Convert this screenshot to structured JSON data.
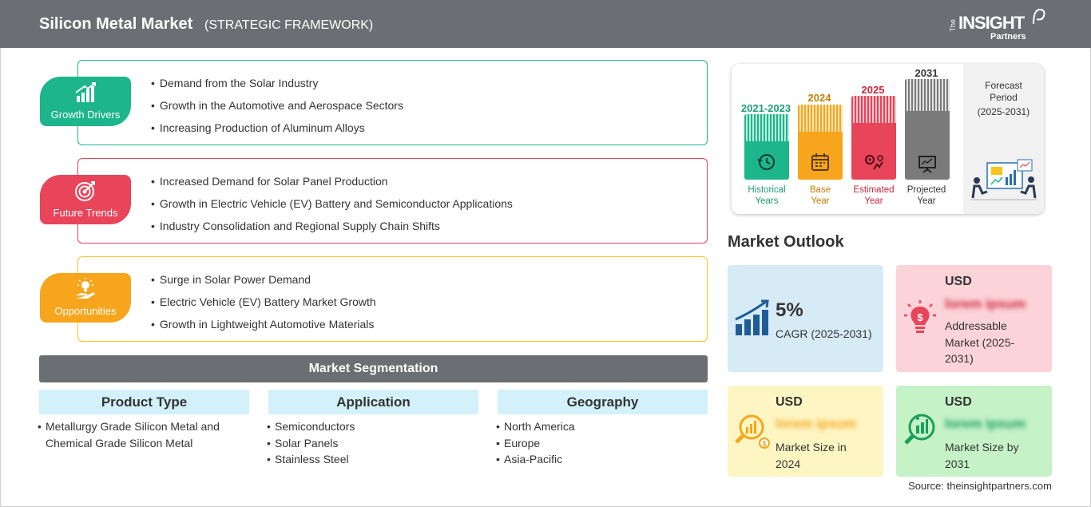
{
  "header": {
    "title": "Silicon Metal Market",
    "subtitle": "(STRATEGIC FRAMEWORK)",
    "logo_the": "The",
    "logo_word": "INSIGHT",
    "logo_partners": "Partners"
  },
  "framework": {
    "growth_drivers": {
      "label": "Growth Drivers",
      "icon": "bar-chart-growth-icon",
      "color": "#1db58b",
      "items": [
        "Demand from the Solar Industry",
        "Growth in the Automotive and Aerospace Sectors",
        "Increasing Production of Aluminum Alloys"
      ]
    },
    "future_trends": {
      "label": "Future Trends",
      "icon": "target-icon",
      "color": "#e8445a",
      "items": [
        "Increased Demand for Solar Panel Production",
        "Growth in Electric Vehicle (EV) Battery and Semiconductor Applications",
        "Industry Consolidation and Regional Supply Chain Shifts"
      ]
    },
    "opportunities": {
      "label": "Opportunities",
      "icon": "lightbulb-hand-icon",
      "color": "#f7a51c",
      "items": [
        "Surge in Solar Power Demand",
        "Electric Vehicle (EV) Battery Market Growth",
        "Growth in Lightweight Automotive Materials"
      ]
    }
  },
  "segmentation": {
    "title": "Market Segmentation",
    "columns": [
      {
        "heading": "Product Type",
        "items": [
          "Metallurgy Grade Silicon Metal and Chemical Grade Silicon Metal"
        ]
      },
      {
        "heading": "Application",
        "items": [
          "Semiconductors",
          "Solar Panels",
          "Stainless Steel"
        ]
      },
      {
        "heading": "Geography",
        "items": [
          "North America",
          "Europe",
          "Asia-Pacific"
        ]
      }
    ]
  },
  "timeline": {
    "periods": [
      {
        "year": "2021-2023",
        "label_line1": "Historical",
        "label_line2": "Years",
        "color": "#1db58b",
        "icon": "clock-history-icon"
      },
      {
        "year": "2024",
        "label_line1": "Base",
        "label_line2": "Year",
        "color": "#f7a51c",
        "icon": "calendar-icon"
      },
      {
        "year": "2025",
        "label_line1": "Estimated",
        "label_line2": "Year",
        "color": "#e8445a",
        "icon": "gears-chart-icon"
      },
      {
        "year": "2031",
        "label_line1": "Projected",
        "label_line2": "Year",
        "color": "#7a7a7a",
        "icon": "presentation-chart-icon"
      }
    ],
    "forecast_title_line1": "Forecast",
    "forecast_title_line2": "Period",
    "forecast_period": "(2025-2031)"
  },
  "outlook": {
    "title": "Market Outlook",
    "cagr": {
      "value": "5%",
      "label": "CAGR (2025-2031)",
      "bg": "#d6ebf6",
      "icon": "rising-bars-icon"
    },
    "addressable": {
      "currency": "USD",
      "value": "lorem ipsum",
      "label": "Addressable Market (2025-2031)",
      "bg": "#fbd3d8",
      "icon": "lightbulb-dollar-icon"
    },
    "size_2024": {
      "currency": "USD",
      "value": "lorem ipsum",
      "label": "Market Size in 2024",
      "bg": "#fdf6c3",
      "icon": "magnifier-chart-icon"
    },
    "size_2031": {
      "currency": "USD",
      "value": "lorem ipsum",
      "label": "Market Size by 2031",
      "bg": "#c5f2c7",
      "icon": "magnifier-bars-icon"
    }
  },
  "source": "Source: theinsightpartners.com"
}
